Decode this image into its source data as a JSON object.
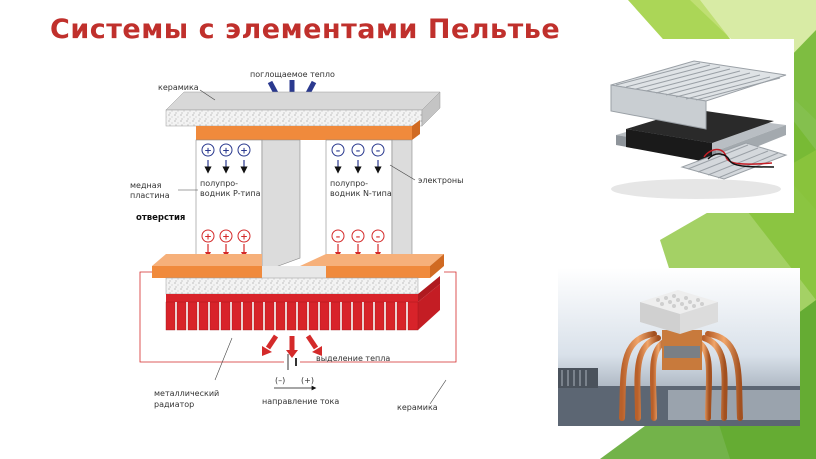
{
  "slide": {
    "title": "Системы с элементами Пельтье"
  },
  "diagram": {
    "labels": {
      "heat_absorbed": "поглощаемое тепло",
      "ceramic_top": "керамика",
      "copper_plate_line1": "медная",
      "copper_plate_line2": "пластина",
      "holes": "отверстия",
      "p_type_line1": "полупро-",
      "p_type_line2": "водник P-типа",
      "n_type_line1": "полупро-",
      "n_type_line2": "водник N-типа",
      "electrons": "электроны",
      "heat_release": "выделение тепла",
      "metal_radiator_line1": "металлический",
      "metal_radiator_line2": "радиатор",
      "minus_terminal": "(–)",
      "plus_terminal": "(+)",
      "current_direction": "направление тока",
      "ceramic_bottom": "керамика"
    },
    "signs": {
      "plus": "+",
      "minus": "–"
    }
  },
  "colors": {
    "title": "#c0302c",
    "accent_green": "#8dc63f",
    "copper": "#f08a3c",
    "radiator": "#d8232a",
    "arrow_blue": "#2b3a8f",
    "arrow_red": "#d42a2a"
  },
  "photos": {
    "top": "aluminum-heatsink-peltier-photo",
    "bottom": "heatsink-heatpipes-peltier-photo"
  }
}
